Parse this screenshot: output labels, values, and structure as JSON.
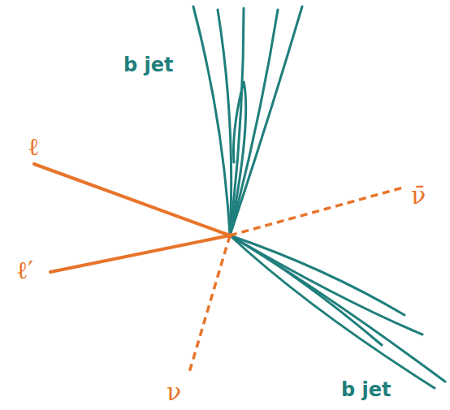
{
  "diagram": {
    "labels": [
      "b jet",
      "ν̄",
      "ℓ",
      "ℓ′",
      "ν",
      "b jet"
    ]
  }
}
